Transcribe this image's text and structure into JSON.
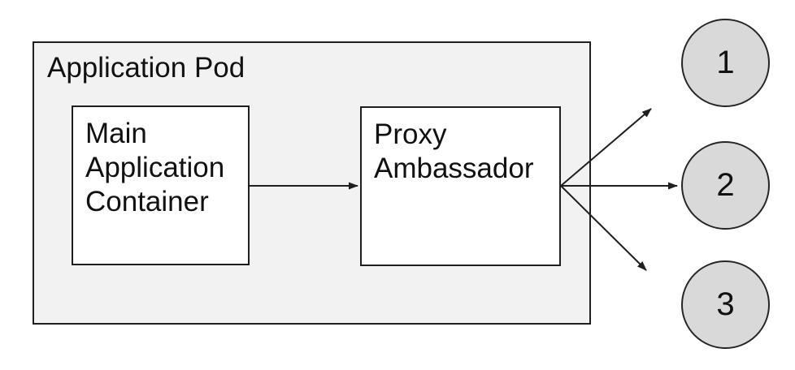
{
  "diagram": {
    "pod": {
      "label": "Application Pod",
      "fill": "#f2f2f2",
      "border_color": "#1f1f1f"
    },
    "containers": [
      {
        "id": "main-application-container",
        "label": "Main Application Container",
        "fill": "#ffffff"
      },
      {
        "id": "proxy-ambassador",
        "label": "Proxy Ambassador",
        "fill": "#ffffff"
      }
    ],
    "endpoints": [
      {
        "id": "endpoint-1",
        "label": "1",
        "fill": "#d9d9d9"
      },
      {
        "id": "endpoint-2",
        "label": "2",
        "fill": "#d9d9d9"
      },
      {
        "id": "endpoint-3",
        "label": "3",
        "fill": "#d9d9d9"
      }
    ],
    "connections": [
      {
        "from": "main-application-container",
        "to": "proxy-ambassador"
      },
      {
        "from": "proxy-ambassador",
        "to": "endpoint-1"
      },
      {
        "from": "proxy-ambassador",
        "to": "endpoint-2"
      },
      {
        "from": "proxy-ambassador",
        "to": "endpoint-3"
      }
    ],
    "colors": {
      "pod_fill": "#f2f2f2",
      "container_fill": "#ffffff",
      "endpoint_fill": "#d9d9d9",
      "border": "#1f1f1f",
      "arrow": "#1f1f1f",
      "text": "#111111"
    }
  }
}
